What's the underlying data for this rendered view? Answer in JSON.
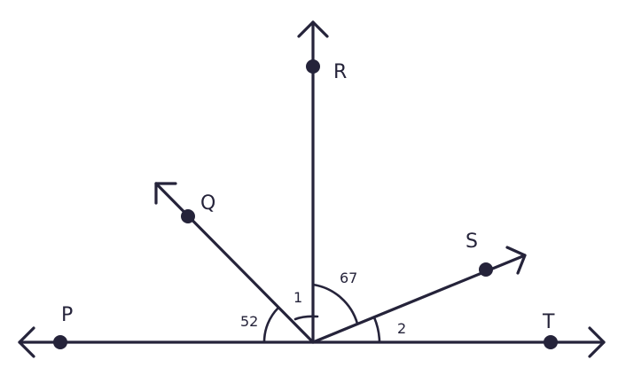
{
  "diagram": {
    "points": {
      "P": "P",
      "Q": "Q",
      "R": "R",
      "S": "S",
      "T": "T"
    },
    "angles": {
      "angle_PQ": "52",
      "angle_1": "1",
      "angle_RS": "67",
      "angle_2": "2"
    },
    "color": "#25233a"
  }
}
